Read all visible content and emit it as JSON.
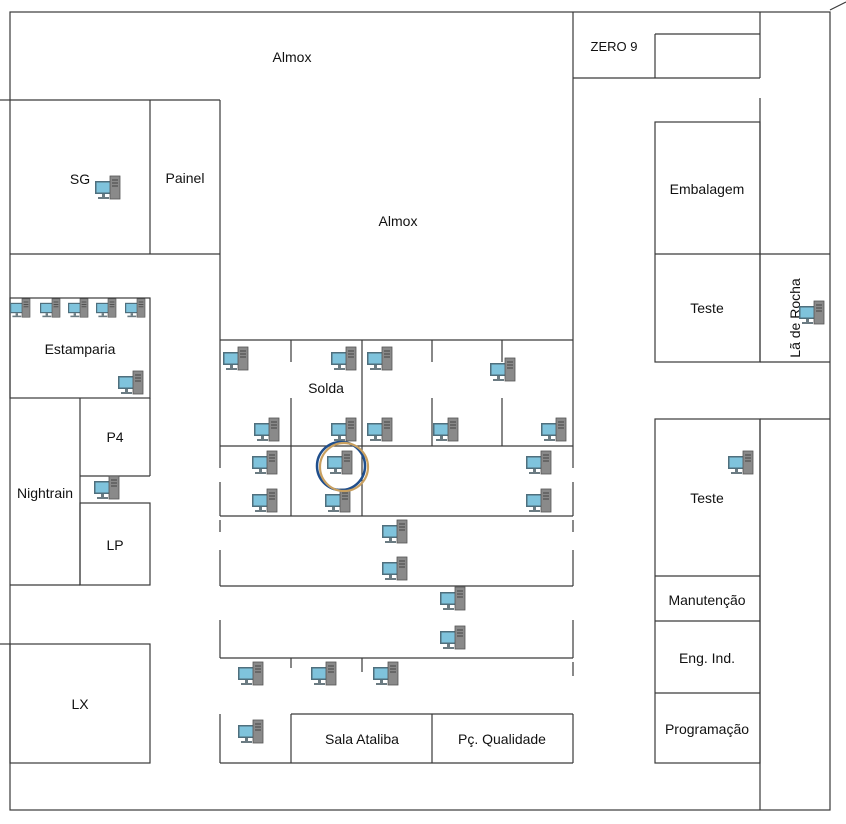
{
  "rooms": {
    "almox_top": "Almox",
    "almox_center": "Almox",
    "zero9": "ZERO 9",
    "sg": "SG",
    "painel": "Painel",
    "embalagem": "Embalagem",
    "teste_upper": "Teste",
    "la_de_rocha": "Lã de Rocha",
    "estamparia": "Estamparia",
    "solda": "Solda",
    "p4": "P4",
    "nightrain": "Nightrain",
    "lp": "LP",
    "teste_lower": "Teste",
    "manutencao": "Manutenção",
    "eng_ind": "Eng. Ind.",
    "programacao": "Programação",
    "lx": "LX",
    "sala_ataliba": "Sala Ataliba",
    "pc_qualidade": "Pç. Qualidade"
  },
  "icons": {
    "computer": "computer-icon",
    "highlight": "highlight-circle"
  },
  "colors": {
    "wall": "#3a3a3a",
    "monitor": "#7fc3dc",
    "monitor_frame": "#4f6f7d",
    "tower": "#8a8a8a",
    "highlight_blue": "#1f4e8c",
    "highlight_gold": "#c9a060"
  }
}
